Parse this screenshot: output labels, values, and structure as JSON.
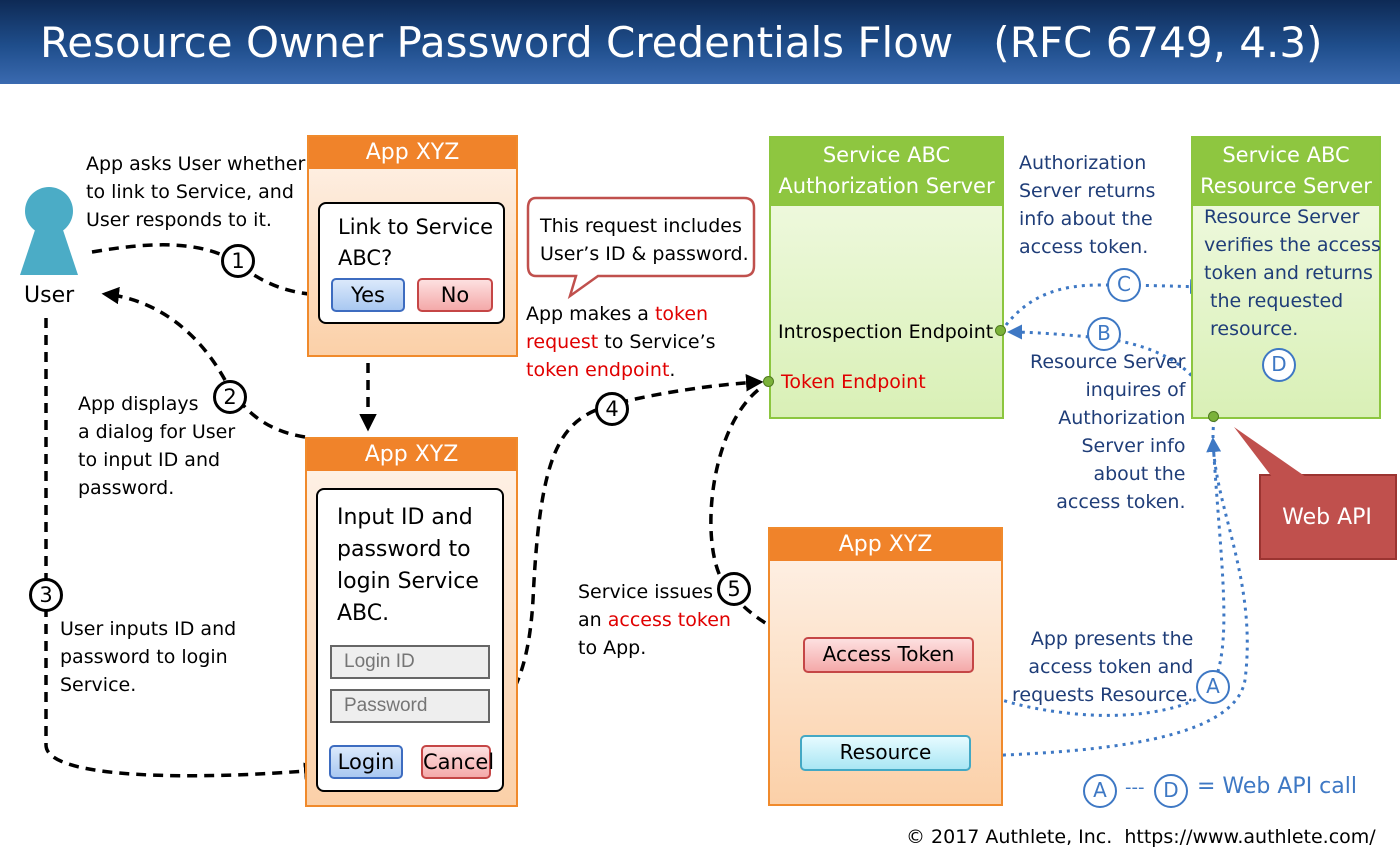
{
  "header": {
    "title": "Resource Owner Password Credentials Flow   (RFC 6749, 4.3)"
  },
  "user": {
    "label": "User"
  },
  "app_box_1": {
    "title": "App XYZ",
    "prompt": "Link to Service\nABC?",
    "yes_label": "Yes",
    "no_label": "No"
  },
  "app_box_2": {
    "title": "App XYZ",
    "prompt": "Input ID and\npassword to\nlogin Service\nABC.",
    "login_id_placeholder": "Login ID",
    "password_placeholder": "Password",
    "login_label": "Login",
    "cancel_label": "Cancel"
  },
  "app_box_3": {
    "title": "App XYZ",
    "access_token_label": "Access Token",
    "resource_label": "Resource"
  },
  "auth_server": {
    "title": "Service ABC\nAuthorization Server",
    "introspection_label": "Introspection Endpoint",
    "token_endpoint_label": "Token Endpoint"
  },
  "resource_server": {
    "title": "Service ABC\nResource Server",
    "description": "Resource Server\nverifies the access\ntoken and returns\n the requested\n resource."
  },
  "steps": {
    "s1": {
      "num": "1",
      "text": "App asks User whether\nto link to Service, and\nUser responds to it."
    },
    "s2": {
      "num": "2",
      "text": "App displays\na dialog for User\nto input ID and\npassword."
    },
    "s3": {
      "num": "3",
      "text": "User inputs ID and\npassword to login\nService."
    },
    "s4": {
      "num": "4",
      "text_a": "App makes a ",
      "text_b": "token",
      "text_c": "request",
      "text_d": " to Service’s",
      "text_e": "token endpoint",
      "text_f": "."
    },
    "s5": {
      "num": "5",
      "text_a": "Service issues",
      "text_b": "an ",
      "text_c": "access token",
      "text_d": "to App."
    }
  },
  "callout_request": {
    "text": "This request includes\nUser’s ID & password."
  },
  "web_api": {
    "A": {
      "letter": "A",
      "text": "App presents the\naccess token and\nrequests Resource."
    },
    "B": {
      "letter": "B",
      "text": "Resource Server\ninquires of\nAuthorization\nServer info\nabout the\naccess token."
    },
    "C": {
      "letter": "C",
      "text": "Authorization\nServer returns\ninfo about the\naccess token."
    },
    "D": {
      "letter": "D"
    },
    "callout": "Web API",
    "legend_from": "A",
    "legend_dash": "---",
    "legend_to": "D",
    "legend_text": "= Web API call"
  },
  "footer": {
    "copyright": "© 2017 Authlete, Inc.  https://www.authlete.com/"
  }
}
